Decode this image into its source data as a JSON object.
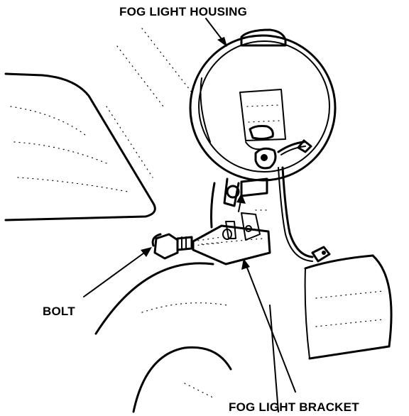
{
  "labels": {
    "housing": "FOG LIGHT HOUSING",
    "bolt": "BOLT",
    "bracket": "FOG LIGHT BRACKET"
  },
  "colors": {
    "ink": "#000000",
    "paper": "#ffffff"
  }
}
